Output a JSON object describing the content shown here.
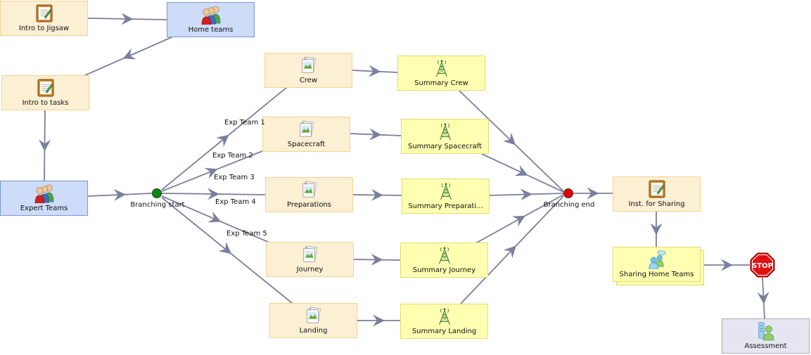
{
  "colors": {
    "edge": "#7a7f9e",
    "activity_fill": "#fbefd4",
    "grouping_fill": "#cddcf8",
    "gate_fill": "#ffffb2",
    "tool_fill": "#e6e6f2",
    "branch_start": "#0a8a0a",
    "branch_end": "#e80000",
    "stop": "#e01010"
  },
  "nodes": {
    "intro_jigsaw": {
      "label": "Intro to Jigsaw",
      "icon": "notebook-icon"
    },
    "home_teams": {
      "label": "Home teams",
      "icon": "group-icon"
    },
    "intro_tasks": {
      "label": "Intro to tasks",
      "icon": "notebook-icon"
    },
    "expert_teams": {
      "label": "Expert Teams",
      "icon": "group-icon"
    },
    "branching_start": {
      "label": "Branching start"
    },
    "branching_end": {
      "label": "Branching end"
    },
    "crew": {
      "label": "Crew",
      "icon": "image-gallery-icon"
    },
    "spacecraft": {
      "label": "Spacecraft",
      "icon": "image-gallery-icon"
    },
    "preparations": {
      "label": "Preparations",
      "icon": "image-gallery-icon"
    },
    "journey": {
      "label": "Journey",
      "icon": "image-gallery-icon"
    },
    "landing": {
      "label": "Landing",
      "icon": "image-gallery-icon"
    },
    "summary_crew": {
      "label": "Summary Crew",
      "icon": "antenna-icon"
    },
    "summary_spacecraft": {
      "label": "Summary Spacecraft",
      "icon": "antenna-icon"
    },
    "summary_preparations": {
      "label": "Summary Preparati...",
      "icon": "antenna-icon"
    },
    "summary_journey": {
      "label": "Summary Journey",
      "icon": "antenna-icon"
    },
    "summary_landing": {
      "label": "Summary Landing",
      "icon": "antenna-icon"
    },
    "inst_sharing": {
      "label": "Inst. for Sharing",
      "icon": "notebook-icon"
    },
    "sharing_home": {
      "label": "Sharing Home Teams",
      "icon": "chat-users-icon"
    },
    "stop": {
      "label": "STOP",
      "icon": "stop-sign-icon"
    },
    "assessment": {
      "label": "Assessment",
      "icon": "assessment-user-icon"
    }
  },
  "branches": {
    "exp1": "Exp Team 1",
    "exp2": "Exp Team 2",
    "exp3": "Exp Team 3",
    "exp4": "Exp Team 4",
    "exp5": "Exp Team 5"
  }
}
